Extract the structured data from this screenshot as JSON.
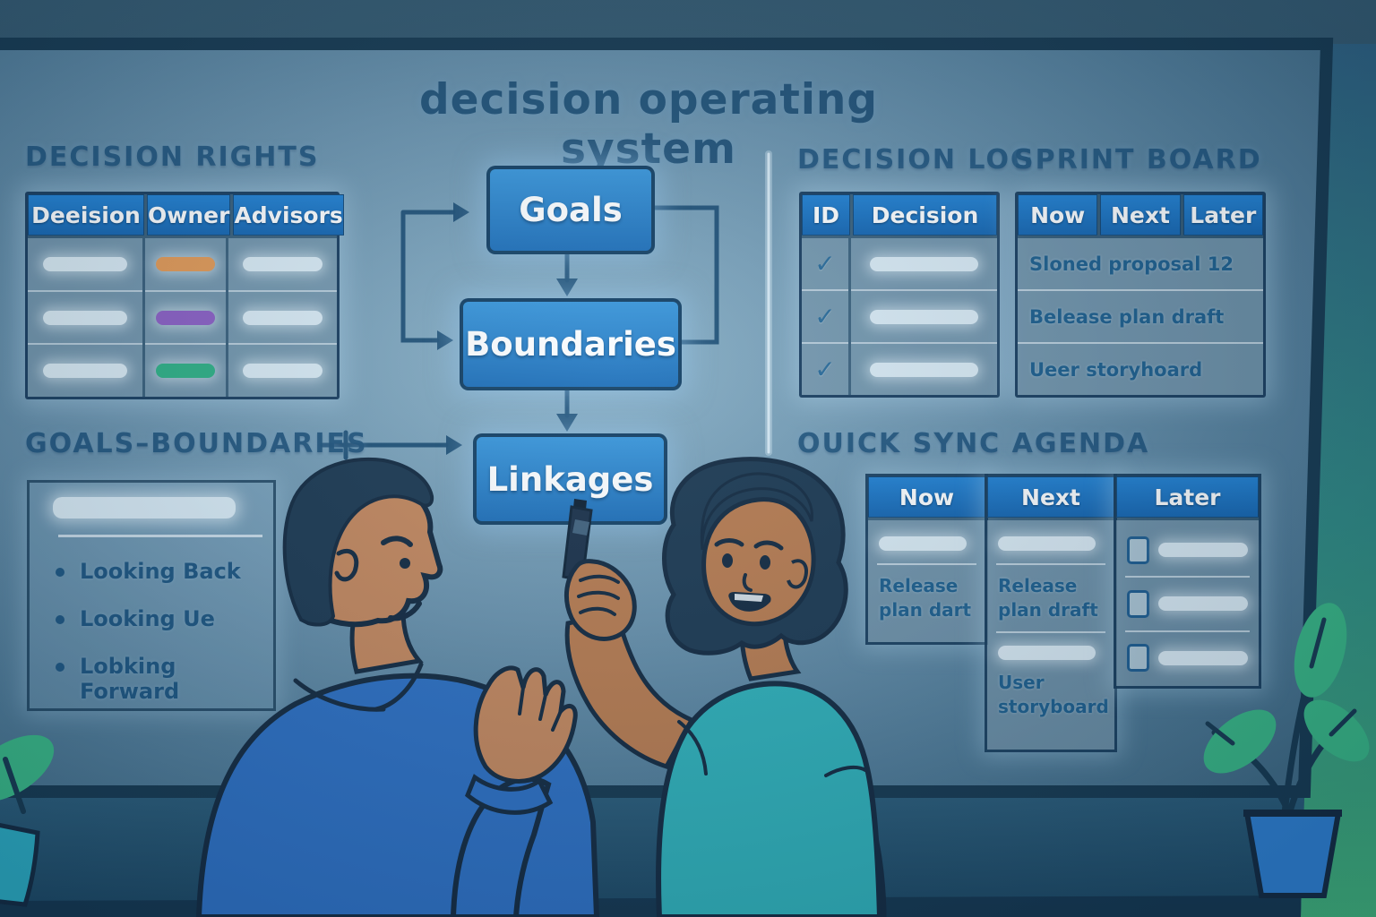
{
  "title": "decision operating system",
  "decision_rights": {
    "heading": "DECISION RIGHTS",
    "columns": [
      "Deeision",
      "Owner",
      "Advisors"
    ],
    "owner_colors": [
      "#e59a55",
      "#8d5fc4",
      "#2fb184"
    ]
  },
  "flow": {
    "nodes": [
      "Goals",
      "Boundaries",
      "Linkages"
    ]
  },
  "decision_log": {
    "heading": "DECISION LOG",
    "columns": [
      "ID",
      "Decision"
    ],
    "check": "✓"
  },
  "sprint_board": {
    "heading": "SPRINT BOARD",
    "columns": [
      "Now",
      "Next",
      "Later"
    ],
    "items": [
      "Sloned proposal 12",
      "Belease plan draft",
      "Ueer storyhoard"
    ]
  },
  "goals_boundaries": {
    "heading": "GOALS–BOUNDARIES",
    "bullets": [
      "Looking Back",
      "Looking Ue",
      "Lobking Forward"
    ]
  },
  "quick_sync": {
    "heading": "OUICK SYNC AGENDA",
    "columns": [
      "Now",
      "Next",
      "Later"
    ],
    "now_items": [
      "Release plan dart"
    ],
    "next_items": [
      "Release plan draft",
      "User storyboard"
    ]
  },
  "palette": {
    "header_blue": "#1b76c8",
    "flow_box_blue": "#2b86cd",
    "frame_navy": "#16384f",
    "ink_blue": "#1d5580",
    "board_light": "#85adc3",
    "shirt_blue": "#2d6fc2",
    "shirt_teal": "#2fb0b8",
    "skin_man": "#c5875c",
    "skin_woman": "#b97b4e",
    "leaf_green": "#38b684",
    "pot_blue": "#2e7ecf"
  }
}
